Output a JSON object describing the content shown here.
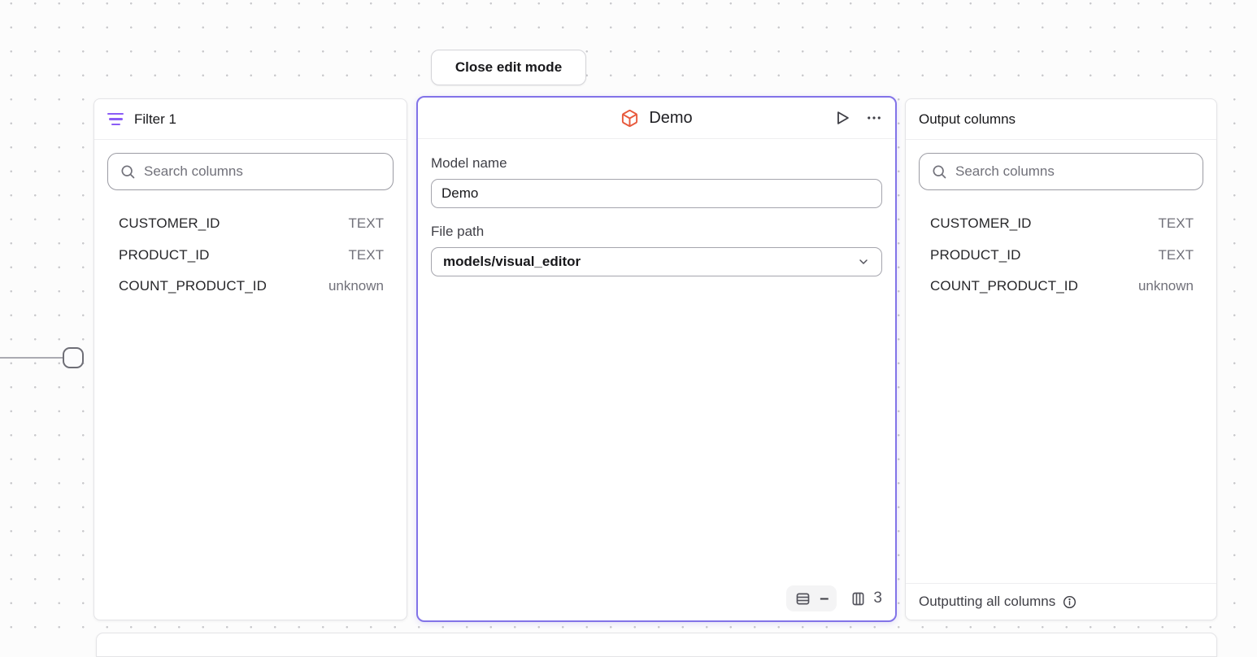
{
  "toolbar": {
    "close_edit_mode_label": "Close edit mode"
  },
  "filter_panel": {
    "title": "Filter 1",
    "search_placeholder": "Search columns",
    "columns": [
      {
        "name": "CUSTOMER_ID",
        "type": "TEXT"
      },
      {
        "name": "PRODUCT_ID",
        "type": "TEXT"
      },
      {
        "name": "COUNT_PRODUCT_ID",
        "type": "unknown"
      }
    ]
  },
  "model_panel": {
    "title": "Demo",
    "model_name_label": "Model name",
    "model_name_value": "Demo",
    "file_path_label": "File path",
    "file_path_value": "models/visual_editor",
    "row_count_display": "–",
    "column_count": "3"
  },
  "output_panel": {
    "title": "Output columns",
    "search_placeholder": "Search columns",
    "columns": [
      {
        "name": "CUSTOMER_ID",
        "type": "TEXT"
      },
      {
        "name": "PRODUCT_ID",
        "type": "TEXT"
      },
      {
        "name": "COUNT_PRODUCT_ID",
        "type": "unknown"
      }
    ],
    "footer_text": "Outputting all columns"
  },
  "icons": {
    "filter": "filter-icon (3 purple bars)",
    "search": "search-icon (magnifier)",
    "model": "cube-icon (orange package)",
    "run": "play-icon (triangle outline)",
    "menu": "ellipsis-icon (3 dots)",
    "rows": "rows-icon (horizontal splits)",
    "columns": "columns-icon (vertical splits)",
    "chevron": "chevron-down-icon",
    "info": "info-circle-icon"
  },
  "colors": {
    "selected_border": "#8273E8",
    "filter_icon": "#8B5CF6",
    "model_icon": "#E8593C",
    "text_primary": "#27272A",
    "text_secondary": "#71717A",
    "panel_border": "#E4E4E7",
    "canvas_bg": "#FCFCFC",
    "canvas_dot": "#C9C9CC"
  }
}
